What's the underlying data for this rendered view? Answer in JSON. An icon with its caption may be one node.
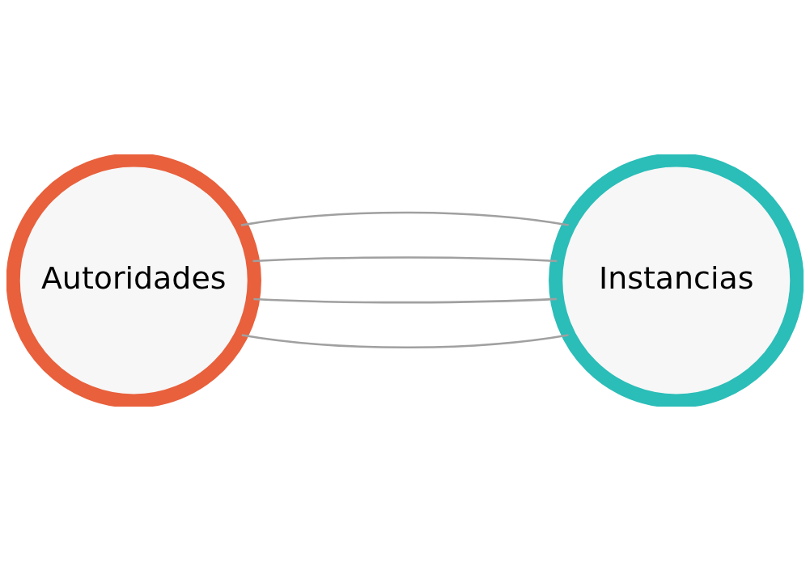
{
  "diagram": {
    "nodes": [
      {
        "text": [
          "Autoridades"
        ]
      },
      {
        "text": [
          "Instancias"
        ]
      }
    ],
    "edges": [
      {
        "from": 0,
        "to": 1,
        "arrow": "none"
      },
      {
        "from": 0,
        "to": 1,
        "arrow": "none"
      },
      {
        "from": 0,
        "to": 1,
        "arrow": "none"
      },
      {
        "from": 0,
        "to": 1,
        "arrow": "none"
      }
    ]
  }
}
